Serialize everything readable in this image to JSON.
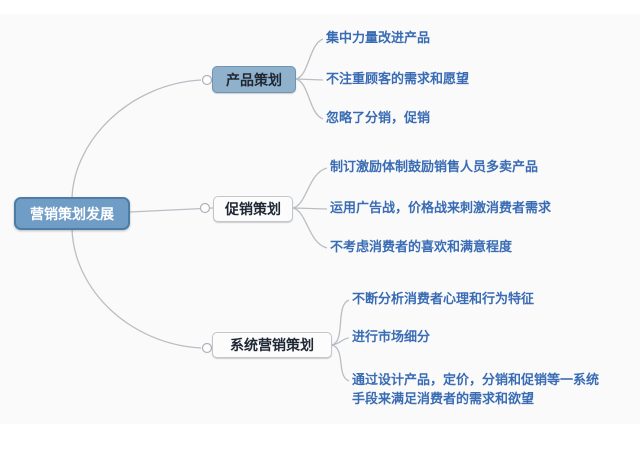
{
  "mindmap": {
    "root": "营销策划发展",
    "branches": [
      {
        "label": "产品策划",
        "leaves": [
          "集中力量改进产品",
          "不注重顾客的需求和愿望",
          "忽略了分销，促销"
        ]
      },
      {
        "label": "促销策划",
        "leaves": [
          "制订激励体制鼓励销售人员多卖产品",
          "运用广告战，价格战来刺激消费者需求",
          "不考虑消费者的喜欢和满意程度"
        ]
      },
      {
        "label": "系统营销策划",
        "leaves": [
          "不断分析消费者心理和行为特征",
          "进行市场细分",
          "通过设计产品，定价，分销和促销等一系统手段来满足消费者的需求和欲望"
        ]
      }
    ]
  },
  "colors": {
    "root_fill": "#6f9dc6",
    "root_border": "#4f7ca4",
    "root_text": "#ffffff",
    "branch1_fill": "#8fb1cc",
    "branch1_border": "#6f94b3",
    "branch_fill": "#fcfcfd",
    "branch_border": "#c3c7cb",
    "branch_text": "#1f2733",
    "leaf_text": "#3a6cb4",
    "connector_line": "#b9bec4",
    "background": "#fafafa"
  }
}
